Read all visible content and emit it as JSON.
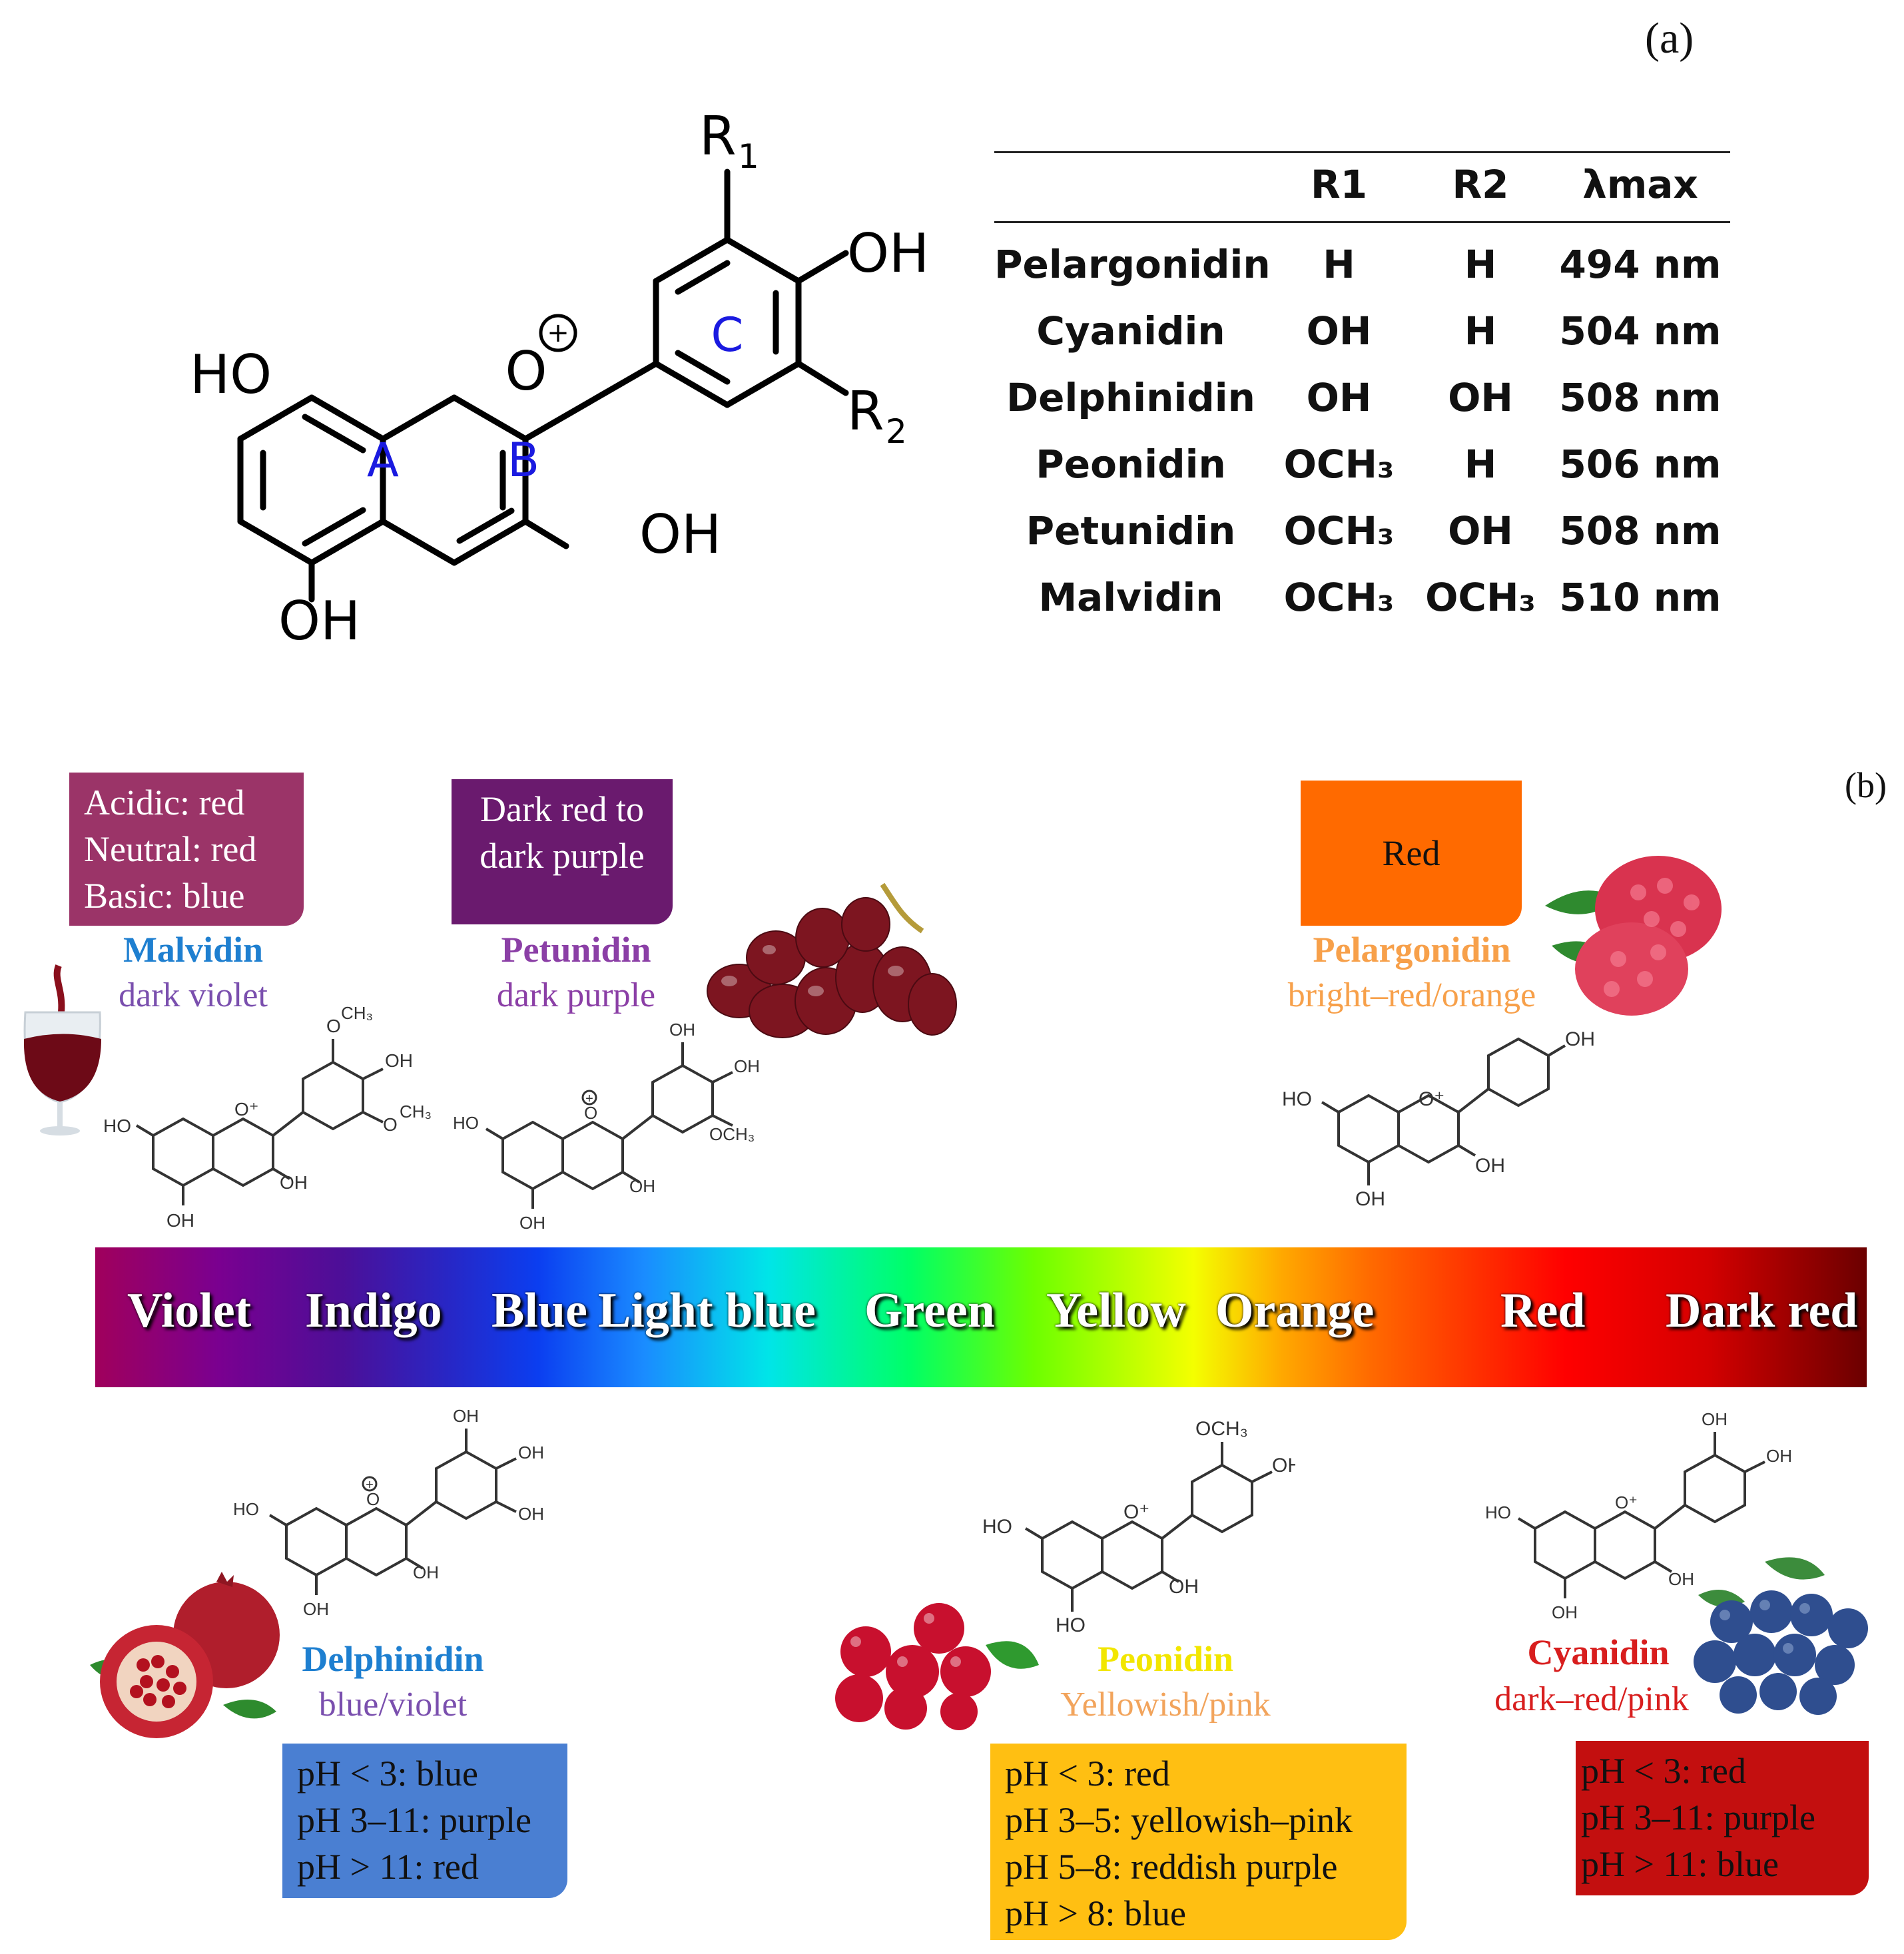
{
  "panel_a": {
    "label": "(a)",
    "structure": {
      "r1": "R",
      "r1_sub": "1",
      "r2": "R",
      "r2_sub": "2",
      "oh_c": "OH",
      "ho_a": "HO",
      "oh_a": "OH",
      "oh_b": "OH",
      "o_plus": "O",
      "plus": "+",
      "ring_a": "A",
      "ring_b": "B",
      "ring_c": "C"
    },
    "table": {
      "headers": [
        "",
        "R1",
        "R2",
        "λmax"
      ],
      "rows": [
        [
          "Pelargonidin",
          "H",
          "H",
          "494 nm"
        ],
        [
          "Cyanidin",
          "OH",
          "H",
          "504 nm"
        ],
        [
          "Delphinidin",
          "OH",
          "OH",
          "508 nm"
        ],
        [
          "Peonidin",
          "OCH₃",
          "H",
          "506 nm"
        ],
        [
          "Petunidin",
          "OCH₃",
          "OH",
          "508 nm"
        ],
        [
          "Malvidin",
          "OCH₃",
          "OCH₃",
          "510 nm"
        ]
      ]
    }
  },
  "panel_b": {
    "label": "(b)",
    "malvidin": {
      "box": "Acidic: red\nNeutral: red\nBasic: blue",
      "box_color": "#9b3468",
      "name": "Malvidin",
      "name_color": "#1e7fd0",
      "desc": "dark violet",
      "desc_color": "#7a4fae",
      "image": "wine-glass"
    },
    "petunidin": {
      "box": "Dark red to\ndark purple",
      "box_color": "#6a1a6e",
      "name": "Petunidin",
      "name_color": "#8b3fa6",
      "desc": "dark purple",
      "desc_color": "#8b3fa6",
      "image": "red-grapes"
    },
    "pelargonidin": {
      "box": "Red",
      "box_color": "#ff6a00",
      "name": "Pelargonidin",
      "name_color": "#f7a04a",
      "desc": "bright–red/orange",
      "desc_color": "#f7a04a",
      "image": "raspberries"
    },
    "delphinidin": {
      "box": "pH < 3: blue\npH 3–11: purple\npH > 11: red",
      "box_color": "#4a7fd2",
      "name": "Delphinidin",
      "name_color": "#1e7fd0",
      "desc": "blue/violet",
      "desc_color": "#7a4fae",
      "image": "pomegranate"
    },
    "peonidin": {
      "box": "pH < 3: red\npH 3–5: yellowish–pink\npH 5–8: reddish purple\npH > 8: blue",
      "box_color": "#ffbf12",
      "name": "Peonidin",
      "name_color": "#f2e600",
      "desc": "Yellowish/pink",
      "desc_color": "#f2a45c",
      "image": "cranberries"
    },
    "cyanidin": {
      "box": "pH < 3: red\npH 3–11: purple\npH > 11: blue",
      "box_color": "#c30f0f",
      "name": "Cyanidin",
      "name_color": "#d81e1e",
      "desc": "dark–red/pink",
      "desc_color": "#d81e1e",
      "image": "blueberries"
    },
    "spectrum_labels": [
      "Violet",
      "Indigo",
      "Blue",
      "Light blue",
      "Green",
      "Yellow",
      "Orange",
      "Red",
      "Dark red"
    ],
    "mol_text": {
      "ho": "HO",
      "oh": "OH",
      "och3": "OCH₃",
      "ch3": "CH₃",
      "o": "O",
      "o_plus": "O⁺",
      "plus": "+"
    }
  }
}
